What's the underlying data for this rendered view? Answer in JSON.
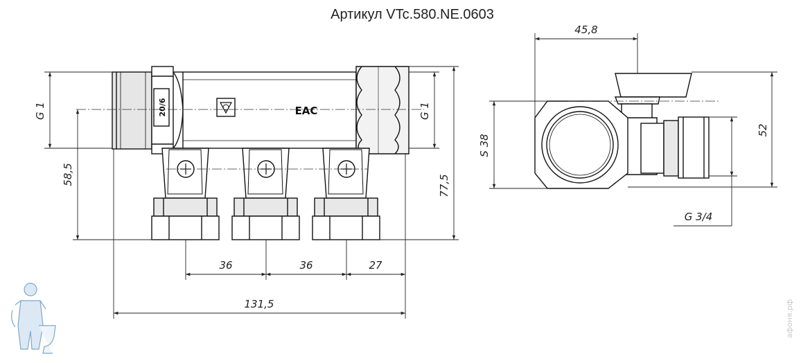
{
  "title": "Артикул VTc.580.NE.0603",
  "front_view": {
    "thread_left": "G 1",
    "thread_right": "G 1",
    "height_outlet": "58,5",
    "height_total": "77,5",
    "pitch_1": "36",
    "pitch_2": "36",
    "pitch_end": "27",
    "length_total": "131,5",
    "marking_pressure": "20/6",
    "marking_cert": "EAC"
  },
  "side_view": {
    "width_top": "45,8",
    "wrench_size": "S 38",
    "height_right": "52",
    "outlet_thread": "G 3/4"
  },
  "watermark": "афоня.рф"
}
